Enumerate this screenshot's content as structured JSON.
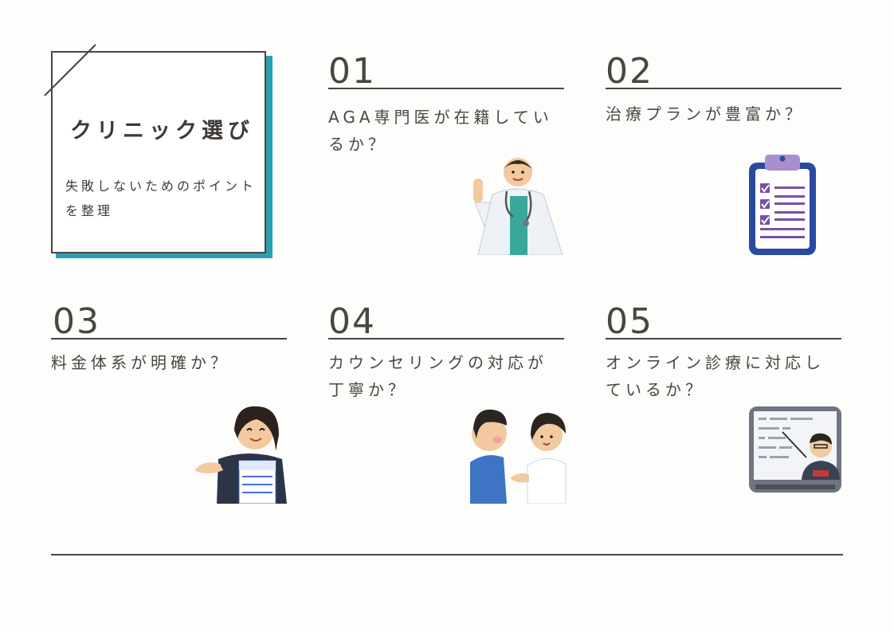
{
  "header": {
    "title": "クリニック選び",
    "subtitle": "失敗しないためのポイントを整理"
  },
  "items": [
    {
      "number": "01",
      "question": "AGA専門医が在籍しているか？",
      "illustration": "doctor-pointing-icon"
    },
    {
      "number": "02",
      "question": "治療プランが豊富か？",
      "illustration": "clipboard-checklist-icon"
    },
    {
      "number": "03",
      "question": "料金体系が明確か？",
      "illustration": "receptionist-with-form-icon"
    },
    {
      "number": "04",
      "question": "カウンセリングの対応が丁寧か？",
      "illustration": "counseling-people-icon"
    },
    {
      "number": "05",
      "question": "オンライン診療に対応しているか？",
      "illustration": "online-doctor-monitor-icon"
    }
  ],
  "colors": {
    "text": "#4a4540",
    "accent_shadow": "#2aa0b2",
    "clipboard_blue": "#2a49a0",
    "check_purple": "#7a4fa8"
  }
}
